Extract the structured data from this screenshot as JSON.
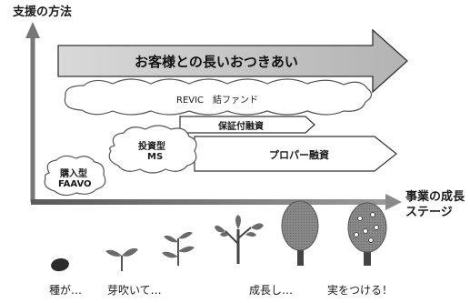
{
  "axes": {
    "y_label": "支援の方法",
    "x_label_line1": "事業の成長",
    "x_label_line2": "ステージ"
  },
  "banner": {
    "text": "お客様との長いおつきあい"
  },
  "clouds": {
    "revic": "REVIC　結ファンド",
    "invest_line1": "投資型",
    "invest_line2": "MS",
    "purchase_line1": "購入型",
    "purchase_line2": "FAAVO"
  },
  "arrows": {
    "guarantee": "保証付融資",
    "proper": "プロパー融資"
  },
  "stages": [
    {
      "label": "種が…",
      "icon": "seed-icon"
    },
    {
      "label": "芽吹いて…",
      "icon": "sprout-icon"
    },
    {
      "label": "",
      "icon": "seedling-icon"
    },
    {
      "label": "成長し…",
      "icon": "young-tree-icon"
    },
    {
      "label": "",
      "icon": "tree-icon"
    },
    {
      "label": "実をつける！",
      "icon": "fruit-tree-icon"
    }
  ]
}
